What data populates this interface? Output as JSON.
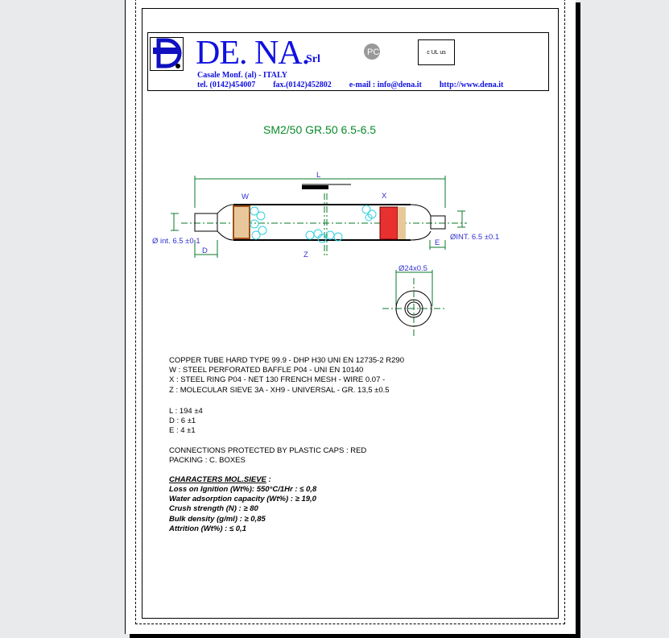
{
  "header": {
    "brand": "DE. NA.",
    "suffix": "Srl",
    "address": "Casale Monf. (al) - ITALY",
    "tel": "tel. (0142)454007",
    "fax": "fax.(0142)452802",
    "email": "e-mail : info@dena.it",
    "web": "http://www.dena.it",
    "cert1": "PC",
    "cert2": "c UL us"
  },
  "title": "SM2/50  GR.50  6.5-6.5",
  "drawing": {
    "L": "L",
    "W": "W",
    "X": "X",
    "Z": "Z",
    "D": "D",
    "E": "E",
    "left_dia": "Ø int. 6.5 ±0.1",
    "right_dia": "ØINT. 6.5 ±0.1",
    "outer_dia": "Ø24x0.5"
  },
  "specs": [
    "COPPER TUBE  HARD TYPE 99.9 - DHP H30 UNI EN 12735-2  R290",
    "W : STEEL PERFORATED BAFFLE P04 - UNI EN 10140",
    "X : STEEL RING P04 - NET 130 FRENCH MESH - WIRE 0.07 -",
    "Z : MOLECULAR SIEVE 3A - XH9 - UNIVERSAL -   GR. 13,5 ±0.5"
  ],
  "dims": [
    "L : 194 ±4",
    "D : 6 ±1",
    "E : 4 ±1"
  ],
  "notes": [
    "CONNECTIONS PROTECTED BY PLASTIC CAPS : RED",
    "PACKING : C. BOXES"
  ],
  "sieve": {
    "heading": "CHARACTERS MOL.SIEVE",
    "colon": " :",
    "items": [
      " Loss on Ignition (Wt%):  550°C/1Hr :  ≤ 0,8",
      " Water adsorption capacity (Wt%) : ≥ 19,0",
      "Crush strength (N) : ≥ 80",
      "Bulk density (g/ml) : ≥ 0,85",
      " Attrition (Wt%) : ≤ 0,1"
    ]
  }
}
